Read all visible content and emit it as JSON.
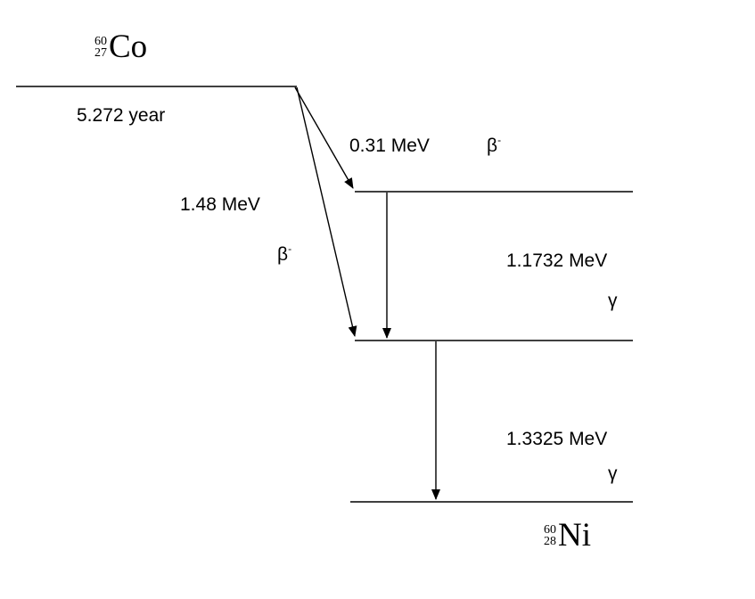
{
  "parent": {
    "mass": "60",
    "atomic": "27",
    "symbol": "Co",
    "half_life": "5.272 year"
  },
  "daughter": {
    "mass": "60",
    "atomic": "28",
    "symbol": "Ni"
  },
  "beta1": {
    "energy": "0.31 MeV",
    "particle": "β",
    "sign": "-"
  },
  "beta2": {
    "energy": "1.48 MeV",
    "particle": "β",
    "sign": "-"
  },
  "gamma1": {
    "energy": "1.1732 MeV",
    "particle": "γ"
  },
  "gamma2": {
    "energy": "1.3325 MeV",
    "particle": "γ"
  }
}
